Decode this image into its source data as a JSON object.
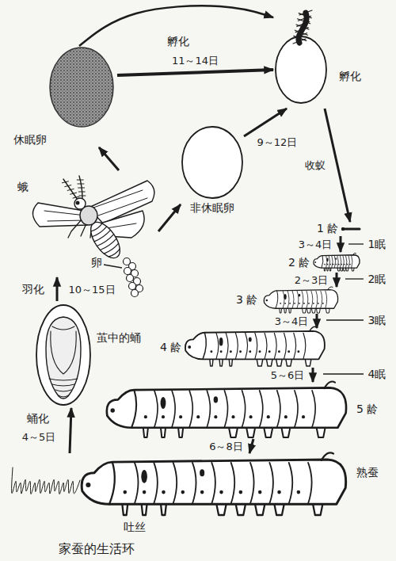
{
  "diagram": {
    "caption": "家蚕的生活环",
    "nodes": [
      {
        "text": [
          "休眠卵"
        ]
      },
      {
        "text": [
          "孵化"
        ]
      },
      {
        "text": [
          "蛾"
        ]
      },
      {
        "text": [
          "非休眠卵"
        ]
      },
      {
        "text": [
          "1 龄"
        ]
      },
      {
        "text": [
          "2 龄"
        ]
      },
      {
        "text": [
          "3 龄"
        ]
      },
      {
        "text": [
          "4 龄"
        ]
      },
      {
        "text": [
          "茧中的蛹"
        ]
      },
      {
        "text": [
          "5 龄"
        ]
      },
      {
        "text": [
          "熟蚕"
        ]
      }
    ],
    "edges": [
      {
        "from": 0,
        "to": 1,
        "arrow": "to"
      },
      {
        "from": 0,
        "to": 1,
        "label": "11～14日",
        "arrow": "to"
      },
      {
        "from": 3,
        "to": 1,
        "label": "9～12日",
        "arrow": "to"
      },
      {
        "from": 1,
        "to": 4,
        "label": "收蚁",
        "arrow": "to"
      },
      {
        "from": 4,
        "to": 5,
        "label": "3～4日",
        "arrow": "to"
      },
      {
        "from": 5,
        "to": 6,
        "label": "2～3日",
        "arrow": "to"
      },
      {
        "from": 6,
        "to": 7,
        "label": "3～4日",
        "arrow": "to"
      },
      {
        "from": 7,
        "to": 9,
        "label": "5～6日",
        "arrow": "to"
      },
      {
        "from": 9,
        "to": 10,
        "label": "6～8日",
        "arrow": "to"
      },
      {
        "from": 10,
        "to": 8,
        "label": "4～5日",
        "arrow": "to"
      },
      {
        "from": 8,
        "to": 2,
        "label": "10～15日",
        "arrow": "to"
      },
      {
        "from": 2,
        "to": 0,
        "arrow": "to"
      },
      {
        "from": 2,
        "to": 3,
        "arrow": "to"
      }
    ],
    "labels": [
      "孵化",
      "卵",
      "羽化",
      "1眠",
      "2眠",
      "3眠",
      "4眠",
      "蛹化",
      "吐丝"
    ]
  }
}
